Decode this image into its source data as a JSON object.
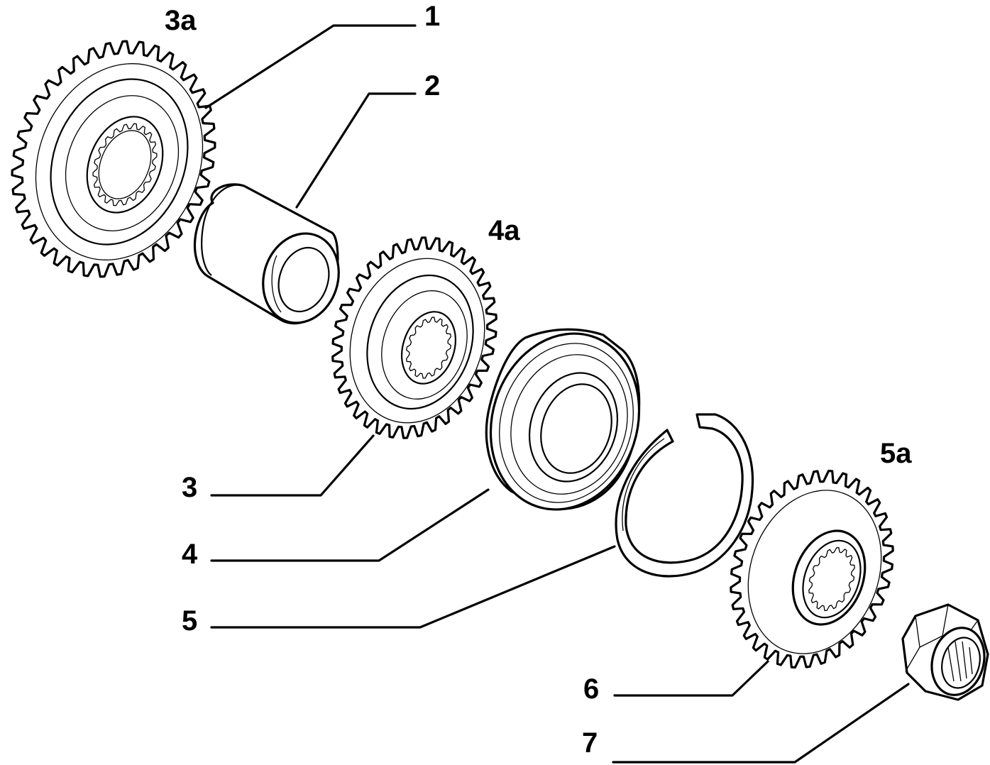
{
  "callouts": {
    "c1": "1",
    "c2": "2",
    "c3": "3",
    "c4": "4",
    "c5": "5",
    "c6": "6",
    "c7": "7",
    "c3a": "3a",
    "c4a": "4a",
    "c5a": "5a"
  },
  "colors": {
    "line": "#000000",
    "background": "#ffffff"
  }
}
